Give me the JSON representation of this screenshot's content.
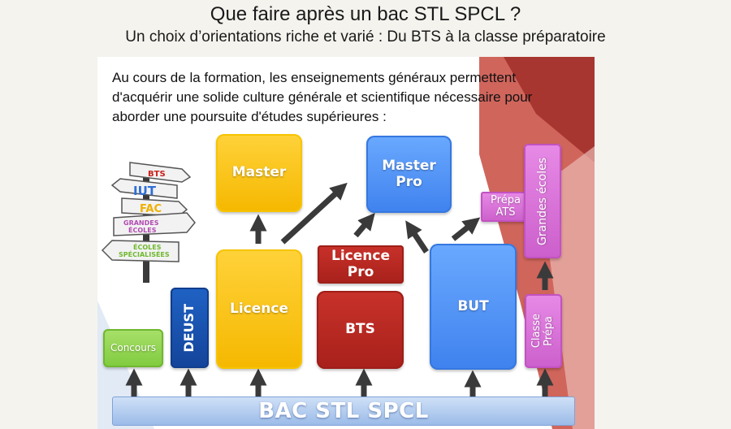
{
  "header": {
    "title": "Que faire après un bac STL SPCL ?",
    "subtitle": "Un choix d’orientations riche et varié : Du BTS à la classe préparatoire"
  },
  "intro": {
    "line1": "Au cours de la formation, les enseignements généraux permettent",
    "line2": "d'acquérir une solide culture générale et scientifique nécessaire pour",
    "line3": "aborder une poursuite d'études supérieures :"
  },
  "boxes": {
    "master": "Master",
    "master_pro_line1": "Master",
    "master_pro_line2": "Pro",
    "licence_pro_line1": "Licence",
    "licence_pro_line2": "Pro",
    "licence": "Licence",
    "bts": "BTS",
    "but": "BUT",
    "deust": "DEUST",
    "concours": "Concours",
    "prepa_ats_line1": "Prépa",
    "prepa_ats_line2": "ATS",
    "grandes_ecoles": "Grandes écoles",
    "classe_prepa_line1": "Classe",
    "classe_prepa_line2": "Prépa"
  },
  "signpost": {
    "bts": "BTS",
    "iut": "IUT",
    "fac": "FAC",
    "grandes_ecoles_line1": "GRANDES",
    "grandes_ecoles_line2": "ÉCOLES",
    "ecoles_spe_line1": "ÉCOLES",
    "ecoles_spe_line2": "SPÉCIALISÉES"
  },
  "base": {
    "label": "BAC STL SPCL"
  },
  "colors": {
    "yellow": "#f5b800",
    "blue": "#3f82ee",
    "red": "#a8201b",
    "navy": "#14449a",
    "green": "#7fcb3e",
    "pink": "#cc5fcc",
    "arrow": "#3a3a3a",
    "accent_red": "#b5322b"
  }
}
